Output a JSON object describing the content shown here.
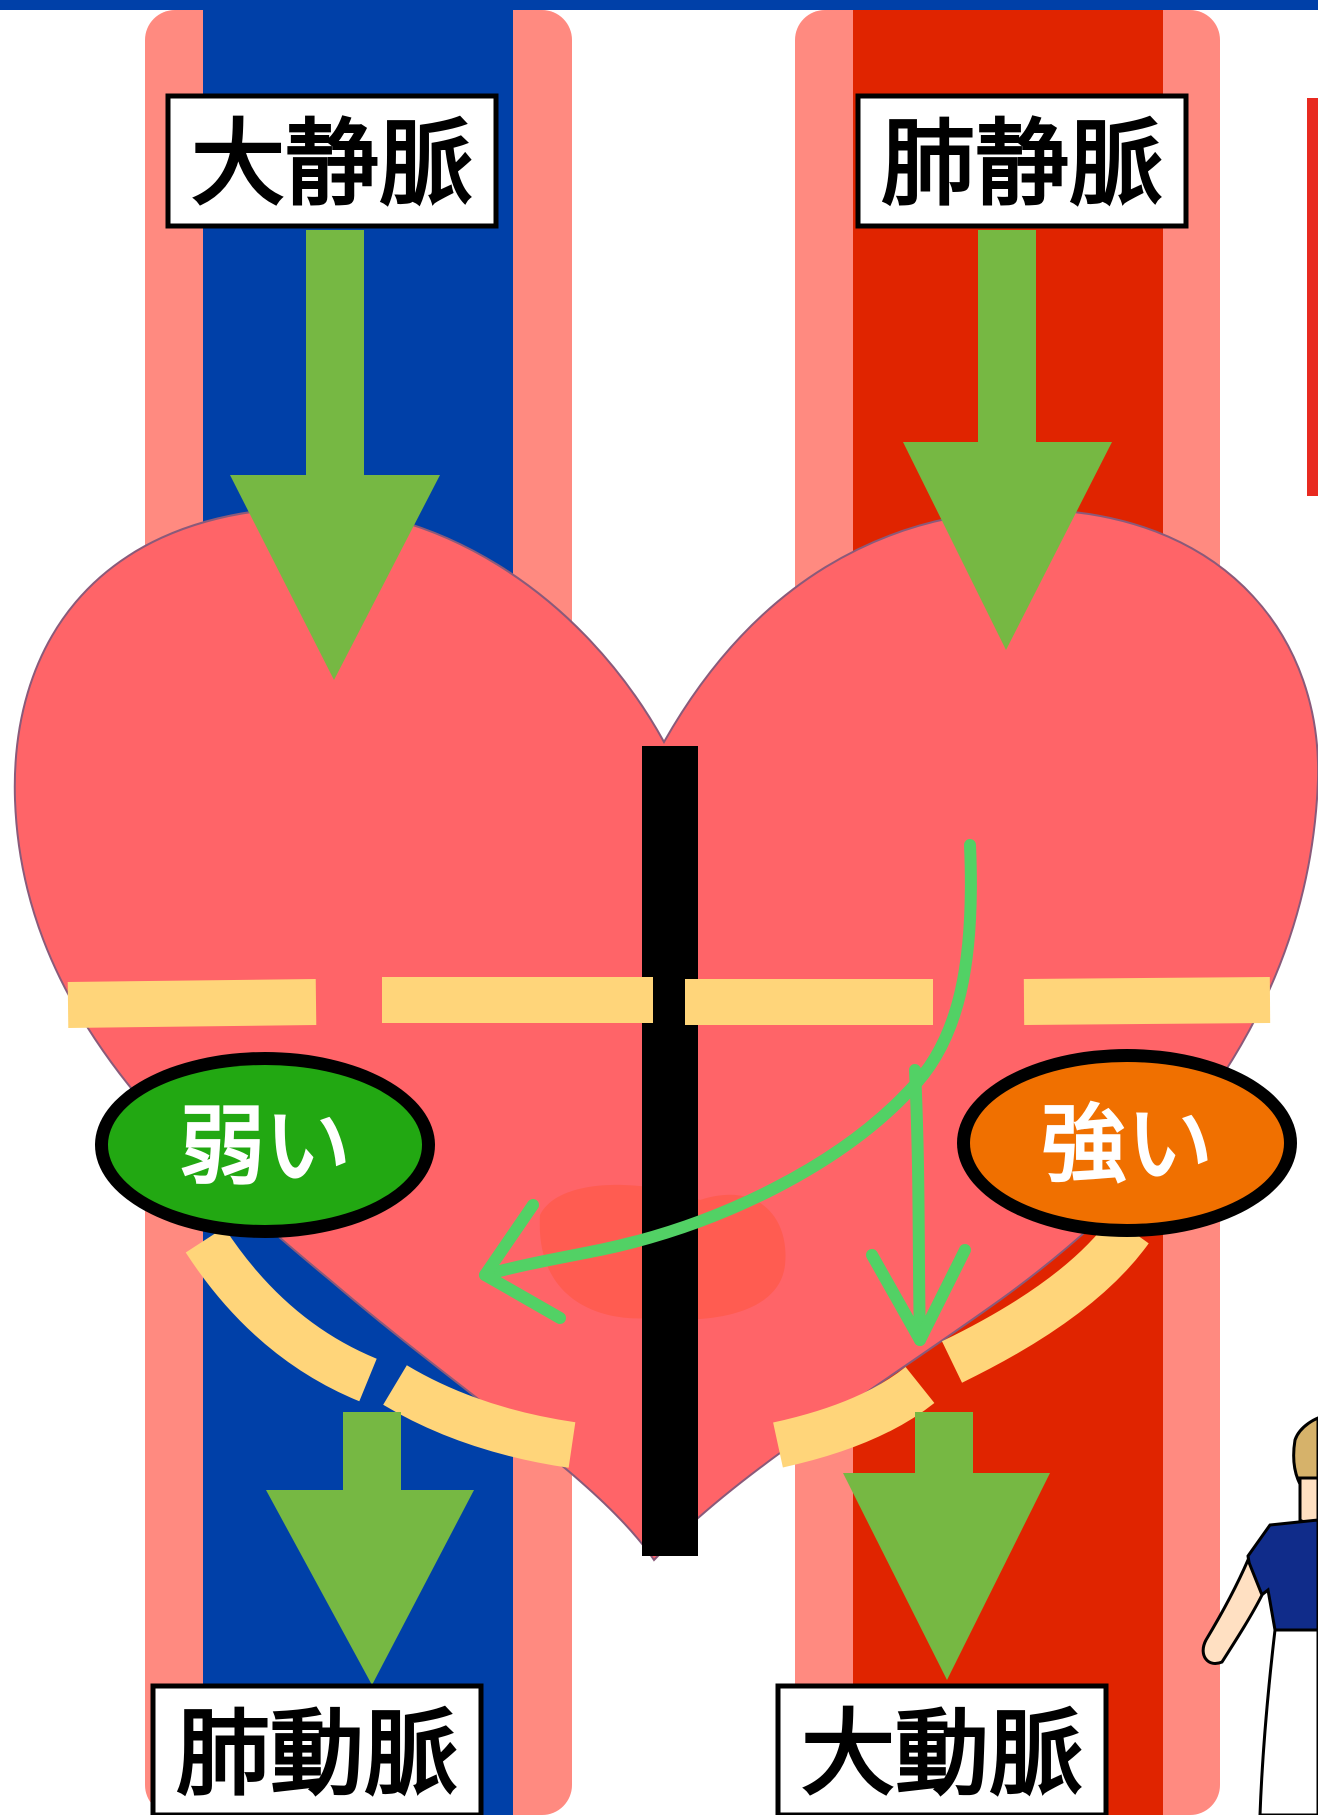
{
  "labels": {
    "top_left": "大静脈",
    "top_right": "肺静脈",
    "bottom_left": "肺動脈",
    "bottom_right": "大動脈",
    "weak": "弱い",
    "strong": "強い"
  },
  "colors": {
    "venous_blue": "#0040a8",
    "arterial_red": "#e02400",
    "vessel_pink": "#ff8a80",
    "heart": "#ff6468",
    "arrow_green": "#76b843",
    "flow_green": "#52d165",
    "valve_yellow": "#ffd57a",
    "septum": "#000000",
    "weak_badge": "#22a812",
    "strong_badge": "#f07000",
    "top_bar": "#0040a8"
  },
  "icons": {
    "illustration": "person-figure-icon"
  }
}
